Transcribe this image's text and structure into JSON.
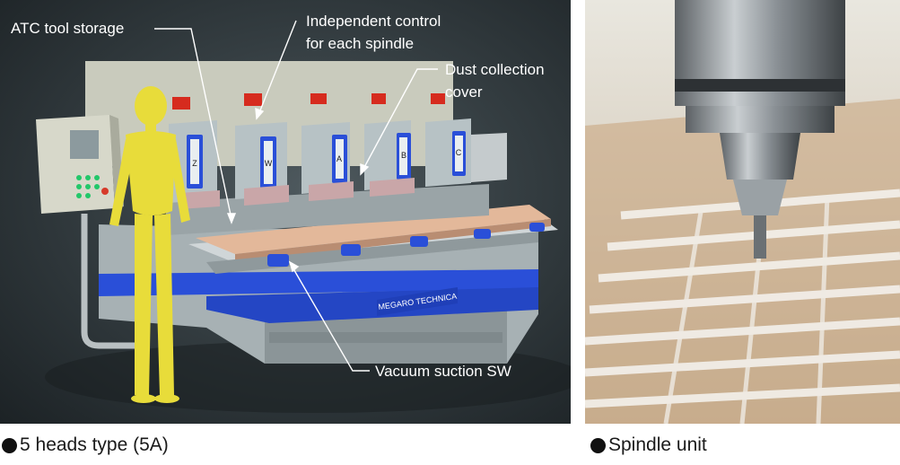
{
  "machine_figure": {
    "callouts": {
      "atc_tool_storage": "ATC tool storage",
      "independent_control_line1": "Independent control",
      "independent_control_line2": "for each spindle",
      "dust_collection_line1": "Dust collection",
      "dust_collection_line2": "cover",
      "vacuum_suction_sw": "Vacuum suction SW"
    },
    "brand_plate": "MEGARO TECHNICA",
    "head_labels": [
      "Z",
      "W",
      "A",
      "B",
      "C"
    ],
    "caption": "5 heads type (5A)"
  },
  "spindle_figure": {
    "caption": "Spindle unit"
  },
  "colors": {
    "machine_body": "#aeb8bb",
    "accent_blue": "#2a4fd8",
    "table_top": "#e3b89a",
    "mannequin": "#e8dc3a",
    "callout_text": "#ffffff"
  }
}
